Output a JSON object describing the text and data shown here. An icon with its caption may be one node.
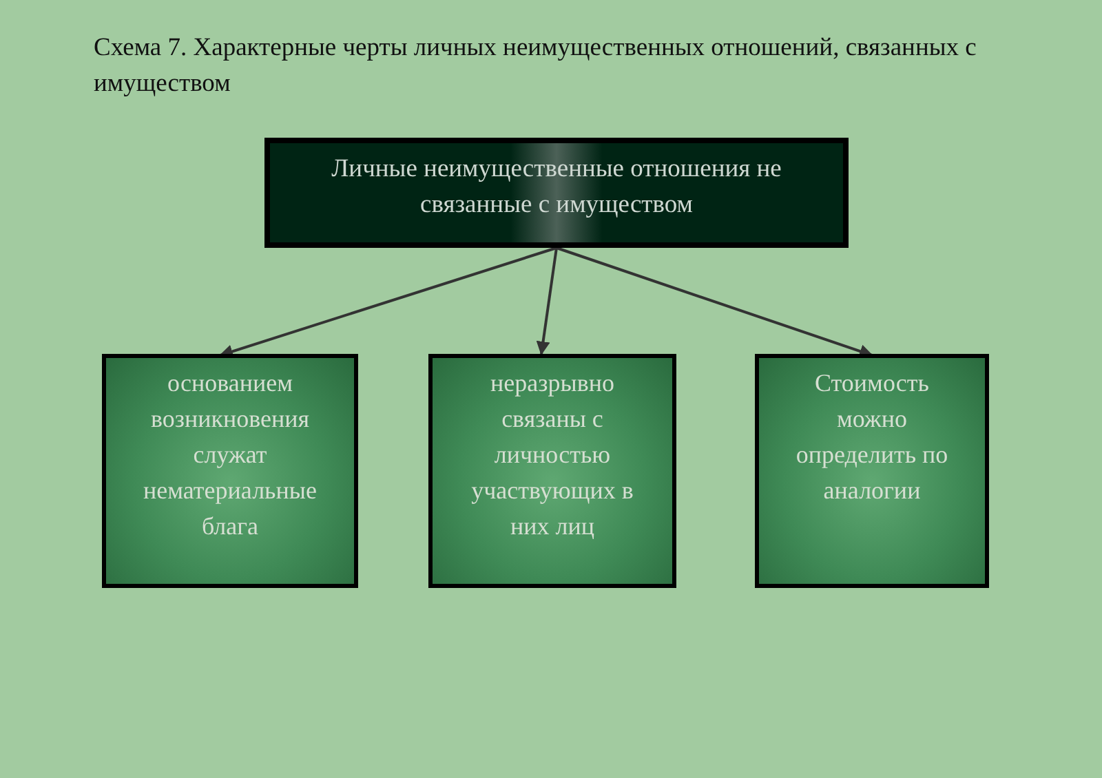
{
  "diagram": {
    "title": "Схема 7. Характерные черты личных неимущественных отношений, связанных с имуществом",
    "nodes": [
      {
        "text": [
          "Личные неимущественные отношения не связанные с имуществом"
        ]
      },
      {
        "text": [
          "основанием возникновения служат нематериальные блага"
        ]
      },
      {
        "text": [
          "неразрывно связаны с личностью участвующих в них лиц"
        ]
      },
      {
        "text": [
          "Стоимость можно определить по аналогии"
        ]
      }
    ],
    "edges": [
      {
        "from": 0,
        "to": 1,
        "arrow": "to"
      },
      {
        "from": 0,
        "to": 2,
        "arrow": "to"
      },
      {
        "from": 0,
        "to": 3,
        "arrow": "to"
      }
    ]
  }
}
